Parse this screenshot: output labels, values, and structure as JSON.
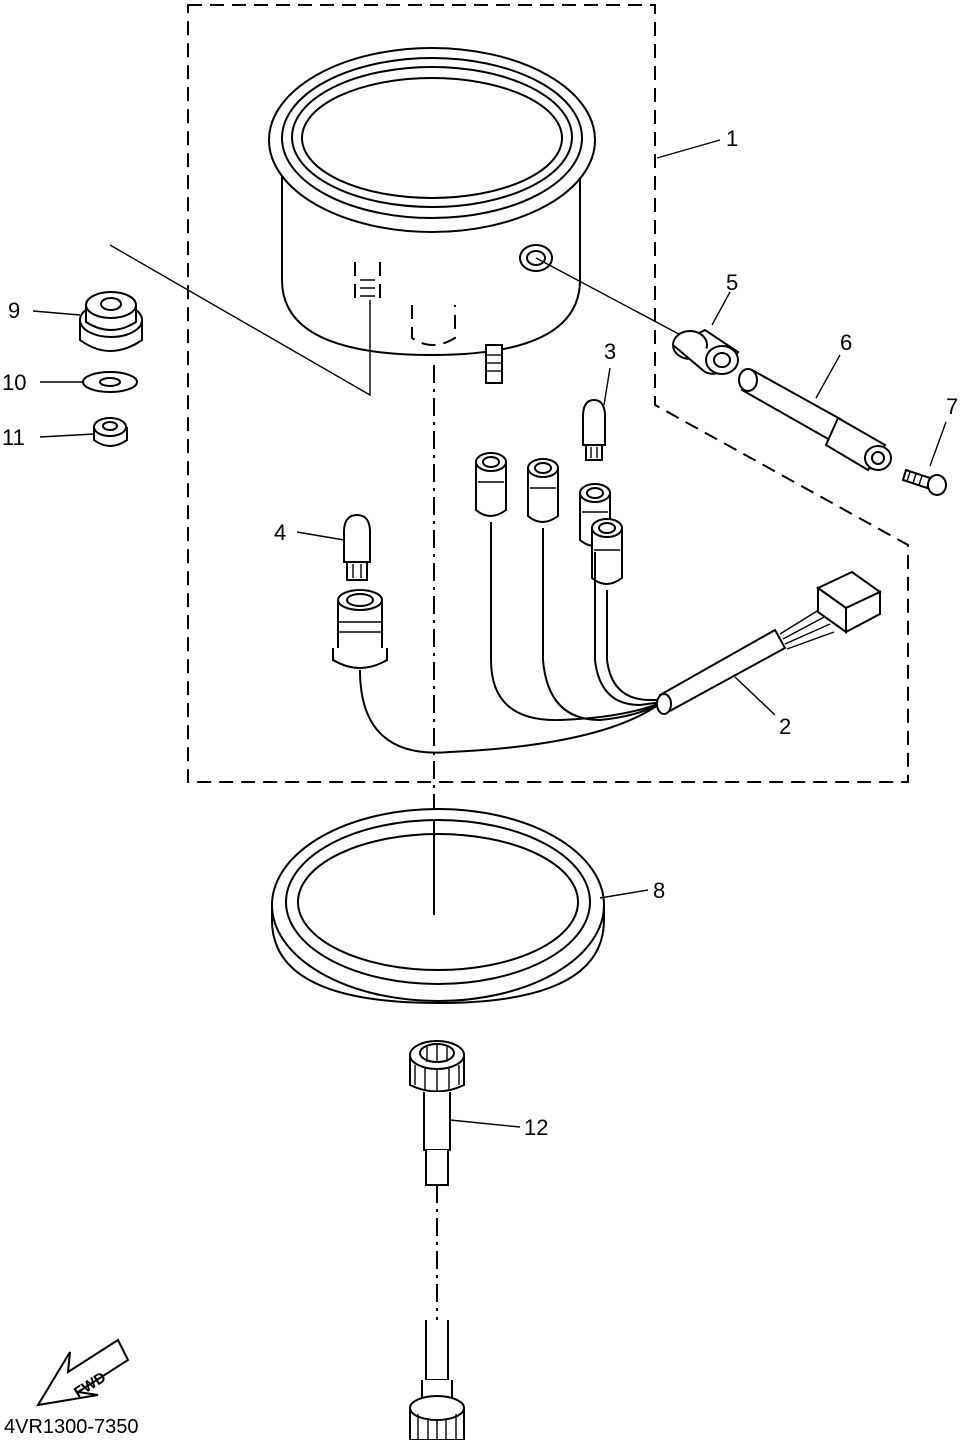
{
  "diagram": {
    "callouts": [
      "1",
      "2",
      "3",
      "4",
      "5",
      "6",
      "7",
      "8",
      "9",
      "10",
      "11",
      "12"
    ],
    "drawing_code": "4VR1300-7350",
    "fwd_label": "FWD"
  }
}
